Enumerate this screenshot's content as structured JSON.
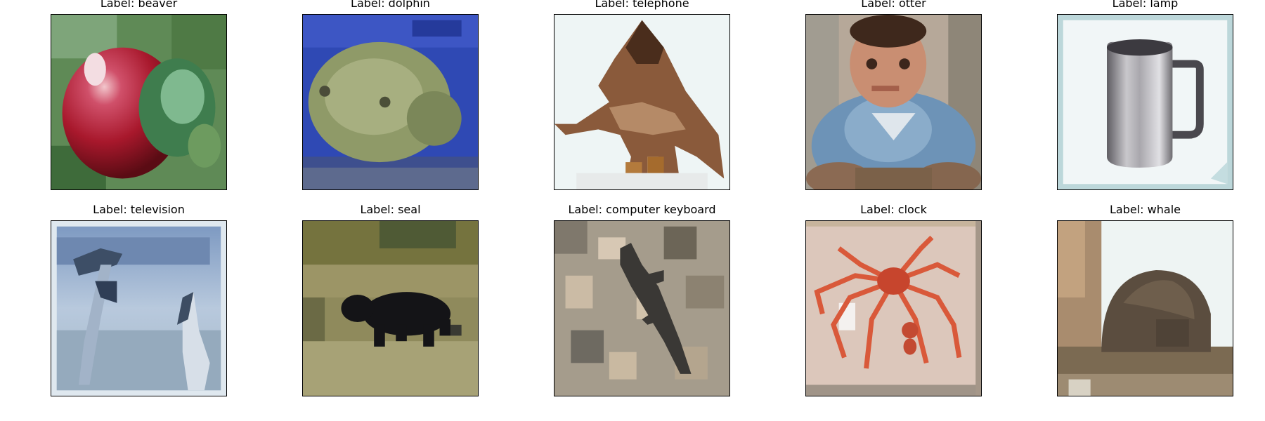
{
  "figure": {
    "cells": [
      {
        "title": "Label: beaver",
        "depicts": "apple"
      },
      {
        "title": "Label: dolphin",
        "depicts": "fish"
      },
      {
        "title": "Label: telephone",
        "depicts": "dinosaur"
      },
      {
        "title": "Label: otter",
        "depicts": "baby"
      },
      {
        "title": "Label: lamp",
        "depicts": "mug"
      },
      {
        "title": "Label: television",
        "depicts": "dolphins"
      },
      {
        "title": "Label: seal",
        "depicts": "bear"
      },
      {
        "title": "Label: computer keyboard",
        "depicts": "lizard"
      },
      {
        "title": "Label: clock",
        "depicts": "crab"
      },
      {
        "title": "Label: whale",
        "depicts": "porcupine"
      }
    ]
  }
}
